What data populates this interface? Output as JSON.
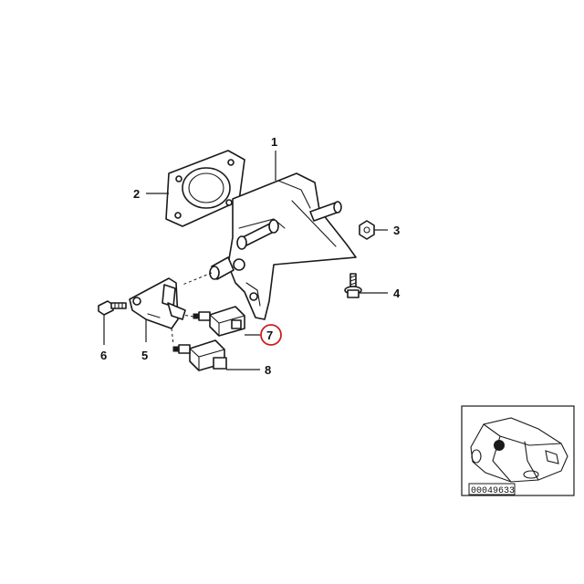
{
  "callouts": [
    {
      "label": "1"
    },
    {
      "label": "2"
    },
    {
      "label": "3"
    },
    {
      "label": "4"
    },
    {
      "label": "5"
    },
    {
      "label": "6"
    },
    {
      "label": "7",
      "highlighted": true
    },
    {
      "label": "8"
    }
  ],
  "inset": {
    "diagram_code": "00049633"
  },
  "colors": {
    "line": "#1a1a1a",
    "highlight_circle": "#cc1f1f",
    "background": "#ffffff"
  }
}
